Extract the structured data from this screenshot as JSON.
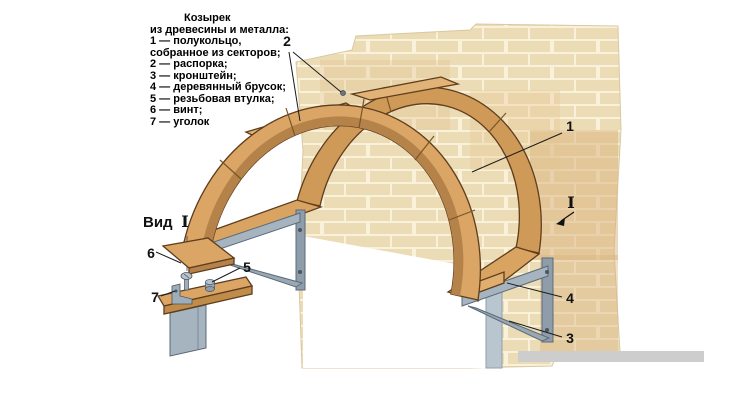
{
  "figure": {
    "legend": {
      "title1": "Козырек",
      "title2": "из древесины и металла:",
      "lines": [
        "1 — полукольцо,",
        "собранное из секторов;",
        "2 — распорка;",
        "3 — кронштейн;",
        "4 — деревянный брусок;",
        "5 — резьбовая втулка;",
        "6 — винт;",
        "7 — уголок"
      ]
    },
    "callouts": {
      "n1": "1",
      "n2": "2",
      "n3": "3",
      "n4": "4",
      "n5": "5",
      "n6": "6",
      "n7": "7"
    },
    "view_label": "Вид",
    "section_mark": "I",
    "colors": {
      "wood": "#dba665",
      "wood_dark": "#b5834a",
      "wood_deep": "#c08c4a",
      "wall": "#ecdcb6",
      "wall_patch": "#d9b27c",
      "metal": "#a6b4c0",
      "metal_dark": "#8f9dab",
      "line": "#1c1c1c",
      "shadow_strip": "#cdcdcd",
      "door_frame": "#b9c6cf"
    }
  }
}
